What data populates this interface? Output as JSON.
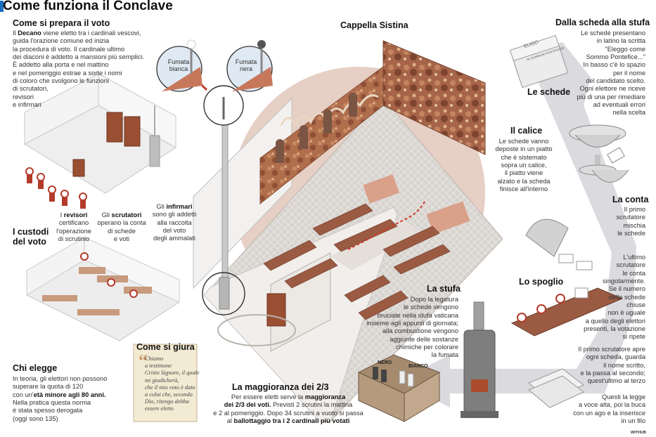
{
  "title": "Come funziona il Conclave",
  "colors": {
    "accent": "#1a6fc0",
    "wood": "#9b4f32",
    "fresco": "#a8684a",
    "floor": "#e7e2dc",
    "arrow": "#cfcfd4",
    "bubble": "#cdb8ac"
  },
  "prep": {
    "heading": "Come si prepara il voto",
    "pre": "Il ",
    "bold": "Decano",
    "rest": " viene eletto tra i cardinali vescovi,\nguida l'orazione comune ed inizia\nla procedura di voto. Il cardinale ultimo\ndei diaconi è addetto a mansioni più semplici.\nÈ addetto alla porta e nel mattino\ne nel pomeriggio estrae a sorte i nomi\ndi coloro che svolgono le funzioni\ndi scrutatori,\nrevisori\ne infirmari"
  },
  "custodi": {
    "heading": "I custodi\ndel voto",
    "revisori_pre": "I ",
    "revisori_bold": "revisori",
    "revisori_rest": "\ncertificano\nl'operazione\ndi scrutinio",
    "scrutatori_pre": "Gli ",
    "scrutatori_bold": "scrutatori",
    "scrutatori_rest": "\noperano la conta\ndi schede\ne voti",
    "infirmari_pre": "Gli ",
    "infirmari_bold": "infirmari",
    "infirmari_rest": "\nsono gli addetti\nalla raccolta\ndel voto\ndegli ammalati"
  },
  "chi": {
    "heading": "Chi elegge",
    "pre": "In teoria, gli elettori non possono\nsuperare la quota di 120\ncon un'",
    "bold": "età minore agli 80 anni.",
    "rest": "\nNella pratica questa norma\nè stata spesso derogata\n(oggi sono 135)"
  },
  "giura": {
    "heading": "Come si giura",
    "quote": "Chiamo\na testimone\nCristo Signore, il quale\nmi giudicherà,\nche il mio voto è dato\na colui che, secondo\nDio, ritengo debba\nessere eletto"
  },
  "cappella": "Cappella Sistina",
  "fumata": {
    "bianca": "Fumata\nbianca",
    "nera": "Fumata\nnera"
  },
  "maggioranza": {
    "heading": "La maggioranza dei 2/3",
    "l1": "Per essere eletti serve la ",
    "l1b": "maggioranza",
    "l2b": "dei 2/3 dei voti.",
    "l2": " Previsti 2 scrutini la mattina",
    "l3": "e 2 al pomeriggio. Dopo 34 scrutini a vuoto si passa",
    "l4": "al ",
    "l4b": "ballottaggio tra i 2 cardinali più votati"
  },
  "stufa": {
    "heading": "La stufa",
    "text": "Dopo la legatura\nle schede vengono\nbruciate nella stufa vaticana\ninsieme agli appunti di giornata;\nalla combustione vengono\naggiunte delle sostanze\nchimiche per colorare\nla fumata",
    "nero": "NERO",
    "bianco": "BIANCO"
  },
  "scheda": {
    "heading": "Dalla scheda alla stufa",
    "text": "Le schede presentano\nin latino la scritta\n\"Eleggo come\nSommo Pontefice...\"\nIn basso c'è lo spazio\nper il nome\ndel candidato scelto.\nOgni elettore ne riceve\npiù di una per rimediare\nad eventuali errori\nnella scelta",
    "label": "Le schede",
    "card_text": "ELIGO",
    "card_sub": "IN SUMMUM PONTIFICEM"
  },
  "calice": {
    "heading": "Il calice",
    "text": "Le schede vanno\ndeposte in un piatto\nche è sistemato\nsopra un calice,\nil piatto viene\nalzato e la scheda\nfinisce all'interno"
  },
  "conta": {
    "heading": "La conta",
    "text": "Il primo\nscrutatore\nmischia\nle schede"
  },
  "spoglio": {
    "heading": "Lo spoglio",
    "text1": "L'ultimo\nscrutatore\nle conta\nsingolarmente.\nSe il numero\ndelle schede\nchiuse\nnon è uguale\na quello degli elettori\npresenti, la votazione\nsi ripete",
    "text2": "Il primo scrutatore apre\nogni scheda, guarda\nil nome scritto,\ne la passa al secondo;\nquest'ultimo al terzo",
    "text3": "Questi la legge\na voce alta, poi la buca\ncon un ago e la inserisce\nin un filo"
  },
  "credit": "WITHUB"
}
